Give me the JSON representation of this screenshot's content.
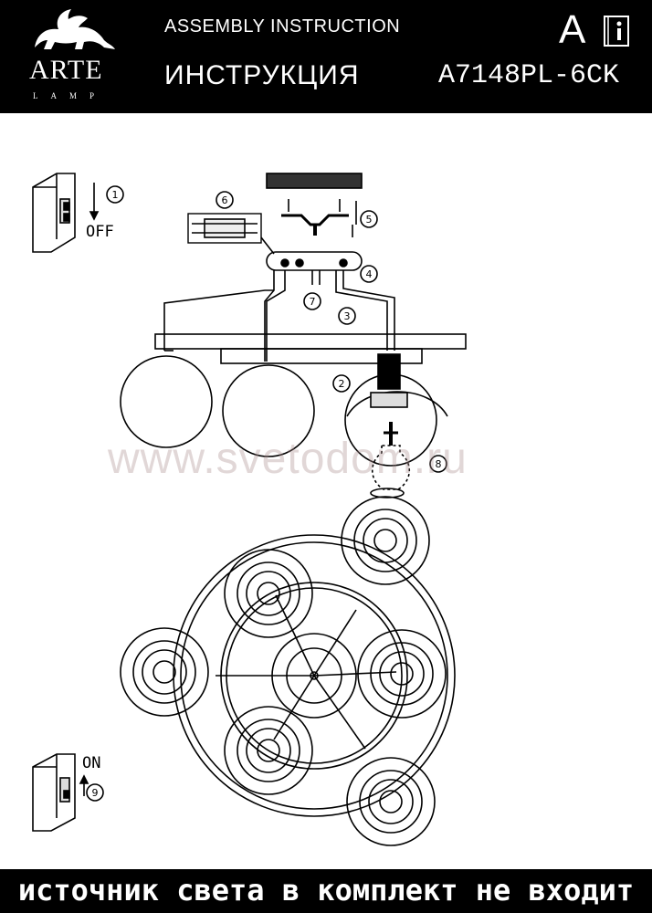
{
  "header": {
    "brand": "ARTE",
    "brand_sub": "LAMP",
    "title_en": "ASSEMBLY INSTRUCTION",
    "title_ru": "ИНСТРУКЦИЯ",
    "letter": "A",
    "model": "A7148PL-6CK",
    "info_icon": "info-book-icon"
  },
  "diagram": {
    "switch_off_label": "OFF",
    "switch_on_label": "ON",
    "steps": [
      "1",
      "2",
      "3",
      "4",
      "5",
      "6",
      "7",
      "8",
      "9"
    ]
  },
  "watermark": "www.svetodom.ru",
  "footer": {
    "note": "источник света в комплект не входит"
  }
}
